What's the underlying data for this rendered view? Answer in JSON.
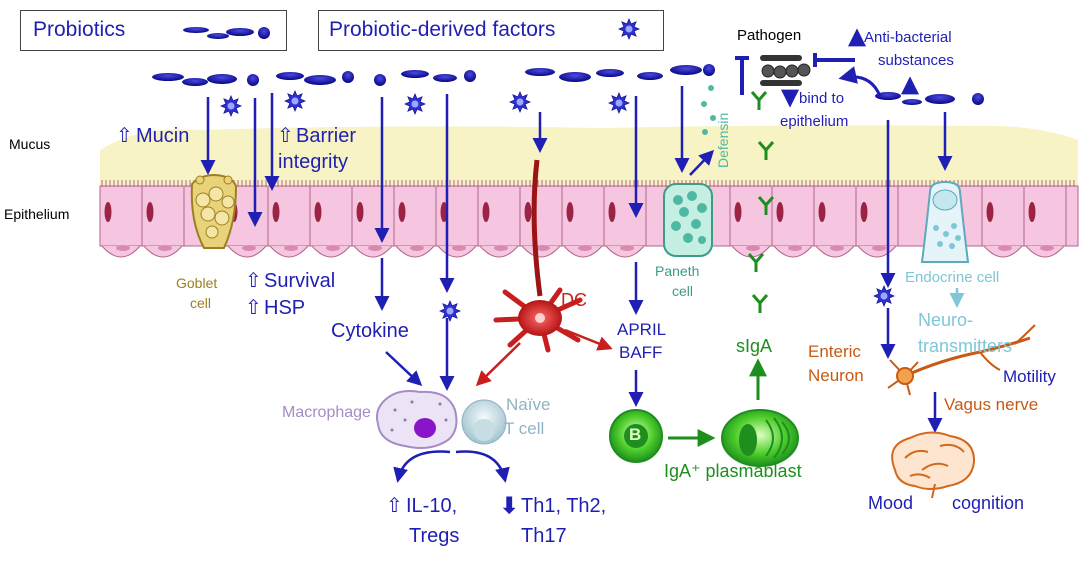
{
  "header": {
    "probiotics": "Probiotics",
    "factors": "Probiotic-derived factors"
  },
  "pathogen_panel": {
    "pathogen": "Pathogen",
    "antibacterial_line1": "Anti-bacterial",
    "antibacterial_line2": "substances",
    "bind_line1": "bind to",
    "bind_line2": "epithelium"
  },
  "layers": {
    "mucus": "Mucus",
    "epithelium": "Epithelium"
  },
  "effects": {
    "mucin": "Mucin",
    "barrier_line1": "Barrier",
    "barrier_line2": "integrity",
    "survival": "Survival",
    "hsp": "HSP",
    "defensin": "Defensin"
  },
  "cells": {
    "goblet_line1": "Goblet",
    "goblet_line2": "cell",
    "paneth_line1": "Paneth",
    "paneth_line2": "cell",
    "endocrine": "Endocrine cell",
    "dc": "DC",
    "macrophage": "Macrophage",
    "naive_line1": "Naïve",
    "naive_line2": "T cell",
    "b_label": "B"
  },
  "immune": {
    "cytokine": "Cytokine",
    "april": "APRIL",
    "baff": "BAFF",
    "siga": "sIgA",
    "iga_plasmablast": "IgA⁺ plasmablast",
    "il10_line1": "IL-10,",
    "il10_line2": "Tregs",
    "th_line1": "Th1, Th2,",
    "th_line2": "Th17"
  },
  "neural": {
    "neurotransmitters_line1": "Neuro-",
    "neurotransmitters_line2": "transmitters",
    "enteric_line1": "Enteric",
    "enteric_line2": "Neuron",
    "motility": "Motility",
    "vagus": "Vagus nerve",
    "mood": "Mood",
    "cognition": "cognition"
  },
  "colors": {
    "blue": "#1f1fb4",
    "mucus": "#f7f3c4",
    "epithelium": "#f6c6e0",
    "nucleus": "#9b2445",
    "dc_red": "#c81e1e",
    "green": "#1e8f1e",
    "paneth_teal": "#4fb8a3",
    "endocrine_teal": "#7fc6d6",
    "goblet_gold": "#b89a2a",
    "neuron_orange": "#c85a14",
    "macrophage_purple": "#a58cc6"
  }
}
